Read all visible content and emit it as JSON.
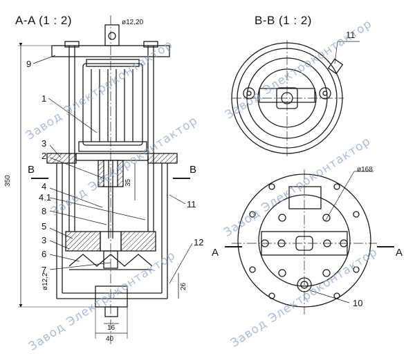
{
  "titles": {
    "section_aa": "A-A  (1 : 2)",
    "section_bb": "B-B  (1 : 2)"
  },
  "labels": {
    "l1": "1",
    "l2": "2",
    "l3": "3",
    "l4": "4",
    "l41": "4.1",
    "l8": "8",
    "l5": "5",
    "l3b": "3",
    "l6": "6",
    "l7": "7",
    "l9": "9",
    "l10": "10",
    "l11a": "11",
    "l11b": "11",
    "l12": "12"
  },
  "section_marks": {
    "b_left": "B",
    "b_right": "B",
    "a_left": "A",
    "a_right": "A"
  },
  "dimensions": {
    "d_top": "ø12,20",
    "d_bottom": "ø12,2",
    "h_350": "350",
    "h_35": "35",
    "h_26": "26",
    "w_16": "16",
    "w_40": "40",
    "d_168": "ø168"
  },
  "watermark": "Завод Электроконтактор",
  "colors": {
    "line": "#1a1a1a",
    "watermark": "#8fa6c9"
  }
}
